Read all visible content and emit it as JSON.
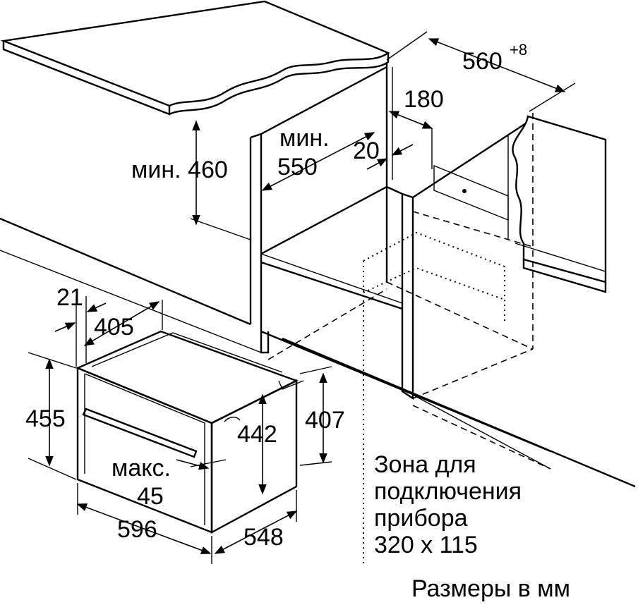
{
  "labels": {
    "width_niche": "560",
    "width_niche_tol": "+8",
    "vent_opening": "180",
    "min_depth_prefix": "мин.",
    "min_depth": "550",
    "gap": "20",
    "min_height": "мин. 460",
    "front_offset": "21",
    "front_depth": "405",
    "oven_height": "455",
    "inner_height": "442",
    "side_height": "407",
    "max_prefix": "макс.",
    "max_value": "45",
    "oven_width": "596",
    "oven_depth": "548",
    "zone_line1": "Зона для",
    "zone_line2": "подключения",
    "zone_line3": "прибора",
    "zone_line4": "320 x 115",
    "units_note": "Размеры в мм"
  },
  "colors": {
    "countertop": "#e6e6e6",
    "line": "#000000"
  }
}
